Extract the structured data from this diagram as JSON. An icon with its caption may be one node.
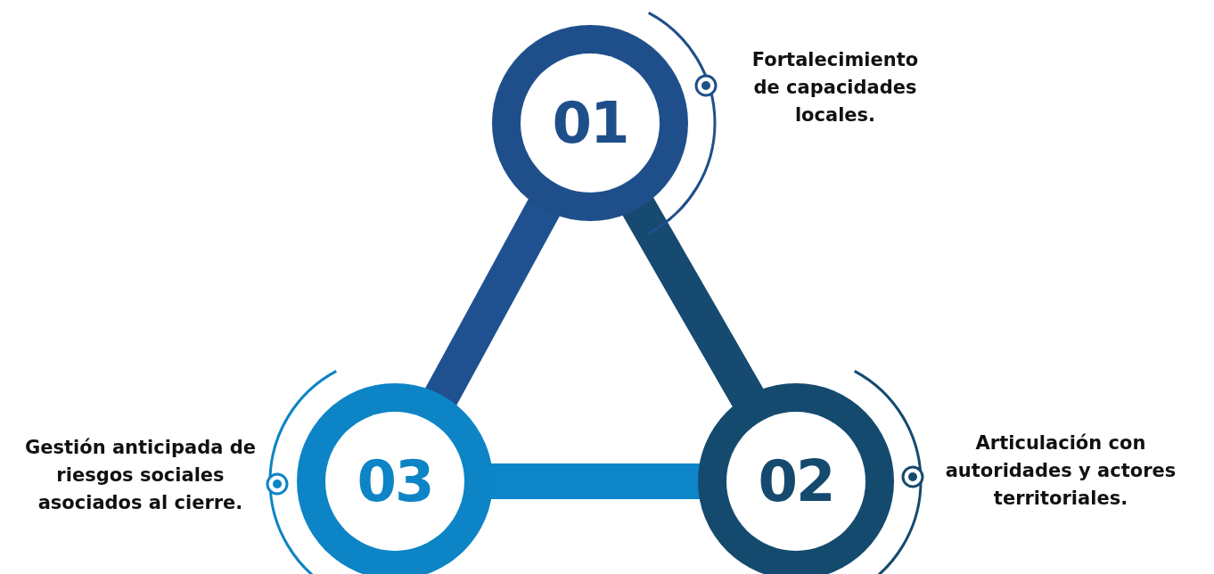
{
  "diagram": {
    "nodes": [
      {
        "text": [
          "01"
        ],
        "beside": [
          "Fortalecimiento de capacidades locales."
        ]
      },
      {
        "text": [
          "02"
        ],
        "beside": [
          "Articulación con autoridades y actores territoriales."
        ]
      },
      {
        "text": [
          "03"
        ],
        "beside": [
          "Gestión anticipada de riesgos sociales asociados al cierre."
        ]
      }
    ],
    "edges": [
      {
        "from": 0,
        "to": 1,
        "arrow": "none",
        "color": "#164a70"
      },
      {
        "from": 0,
        "to": 2,
        "arrow": "none",
        "color": "#1f5190"
      },
      {
        "from": 2,
        "to": 1,
        "arrow": "none",
        "color": "#0c86c8"
      }
    ]
  }
}
